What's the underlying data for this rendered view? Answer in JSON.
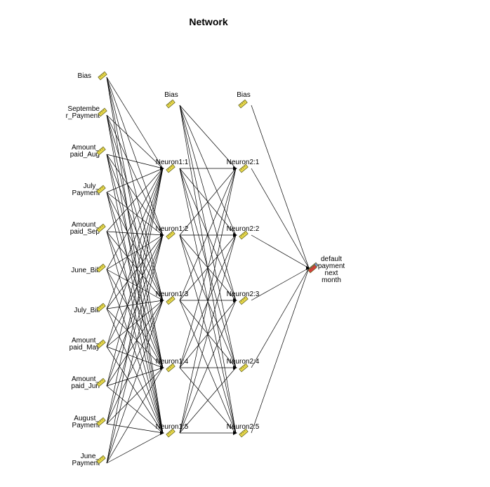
{
  "title": "Network",
  "input_layer": {
    "bias": "Bias",
    "nodes": [
      {
        "lines": [
          "Septembe",
          "r_Payment"
        ]
      },
      {
        "lines": [
          "Amount_",
          "paid_Aug"
        ]
      },
      {
        "lines": [
          "July_",
          "Payment"
        ]
      },
      {
        "lines": [
          "Amount_",
          "paid_Sep"
        ]
      },
      {
        "lines": [
          "June_Bill"
        ]
      },
      {
        "lines": [
          "July_Bill"
        ]
      },
      {
        "lines": [
          "Amount_",
          "paid_May"
        ]
      },
      {
        "lines": [
          "Amount_",
          "paid_Jun"
        ]
      },
      {
        "lines": [
          "August_",
          "Payment"
        ]
      },
      {
        "lines": [
          "June_",
          "Payment"
        ]
      }
    ]
  },
  "hidden_layer_1": {
    "bias": "Bias",
    "nodes": [
      "Neuron1:1",
      "Neuron1:2",
      "Neuron1:3",
      "Neuron1:4",
      "Neuron1:5"
    ]
  },
  "hidden_layer_2": {
    "bias": "Bias",
    "nodes": [
      "Neuron2:1",
      "Neuron2:2",
      "Neuron2:3",
      "Neuron2:4",
      "Neuron2:5"
    ]
  },
  "output_layer": {
    "nodes": [
      {
        "lines": [
          "default",
          "payment",
          "next",
          "month"
        ]
      }
    ]
  },
  "colors": {
    "edge": "#000000",
    "icon_fill": "#e8d84a",
    "icon_stroke": "#6b6b2a",
    "output_icon": "#d93b3b",
    "output_icon_alt": "#7a8fd6"
  }
}
